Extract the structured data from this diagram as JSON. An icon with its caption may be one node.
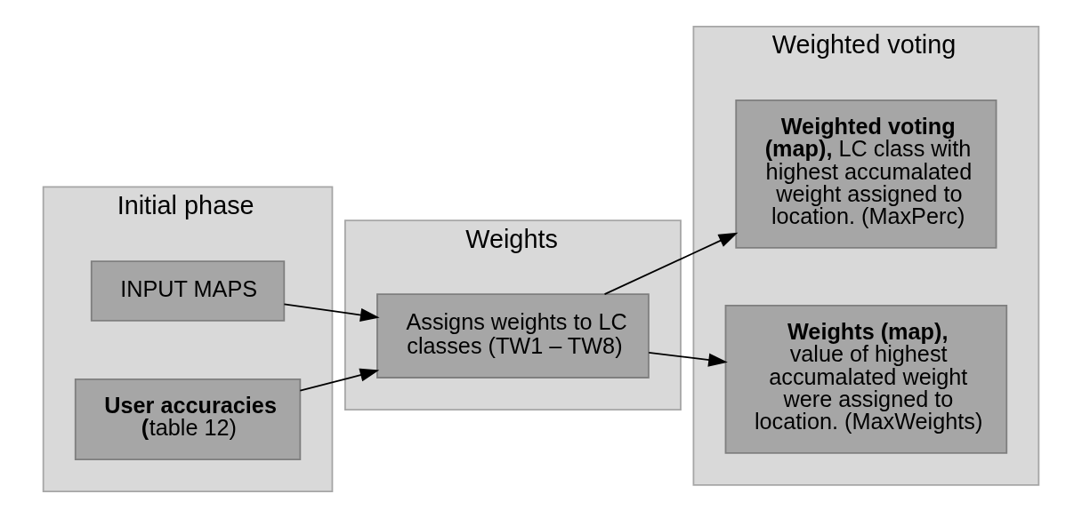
{
  "diagram": {
    "nodes": [
      {
        "text": [
          "Initial phase"
        ]
      },
      {
        "text": [
          "INPUT MAPS"
        ],
        "in": 0
      },
      {
        "text": [
          "**User accuracies (**table 12)"
        ],
        "in": 0
      },
      {
        "text": [
          "Weights"
        ]
      },
      {
        "text": [
          "Assigns weights to LC classes (TW1 – TW8)"
        ],
        "in": 3
      },
      {
        "text": [
          "Weighted voting"
        ]
      },
      {
        "text": [
          "**Weighted voting (map),** LC class with highest accumalated weight assigned to location. (MaxPerc)"
        ],
        "in": 5
      },
      {
        "text": [
          "**Weights (map),** value of highest accumalated weight were assigned to location. (MaxWeights)"
        ],
        "in": 5
      }
    ],
    "edges": [
      {
        "from": 1,
        "to": 4,
        "arrow": "to"
      },
      {
        "from": 2,
        "to": 4,
        "arrow": "to"
      },
      {
        "from": 4,
        "to": 6,
        "arrow": "to"
      },
      {
        "from": 4,
        "to": 7,
        "arrow": "to"
      }
    ]
  }
}
